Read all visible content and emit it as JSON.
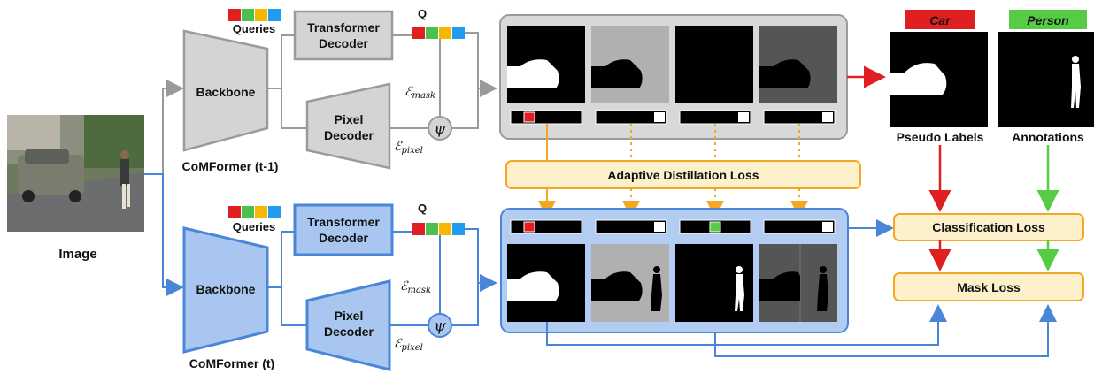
{
  "input": {
    "label": "Image"
  },
  "old_model": {
    "name": "CoMFormer (t-1)",
    "backbone": "Backbone",
    "transformer_decoder": [
      "Transformer",
      "Decoder"
    ],
    "pixel_decoder": [
      "Pixel",
      "Decoder"
    ],
    "queries_label": "Queries",
    "q_label": "Q",
    "e_mask": "ℰ",
    "e_mask_sub": "mask",
    "e_pixel": "ℰ",
    "e_pixel_sub": "pixel",
    "psi": "ψ"
  },
  "new_model": {
    "name": "CoMFormer (t)",
    "backbone": "Backbone",
    "transformer_decoder": [
      "Transformer",
      "Decoder"
    ],
    "pixel_decoder": [
      "Pixel",
      "Decoder"
    ],
    "queries_label": "Queries",
    "q_label": "Q",
    "e_mask": "ℰ",
    "e_mask_sub": "mask",
    "e_pixel": "ℰ",
    "e_pixel_sub": "pixel",
    "psi": "ψ"
  },
  "query_colors": [
    "#e02020",
    "#4cc04c",
    "#f5b800",
    "#1f9bf0"
  ],
  "losses": {
    "distillation": "Adaptive Distillation Loss",
    "classification": "Classification Loss",
    "mask": "Mask Loss"
  },
  "labels": {
    "pseudo": "Pseudo Labels",
    "annotations": "Annotations",
    "car_tag": "Car",
    "person_tag": "Person"
  },
  "colors": {
    "old_stroke": "#9a9a9a",
    "old_fill": "#d4d4d4",
    "new_stroke": "#4a86d8",
    "new_fill": "#a9c6f0",
    "orange": "#f5a623",
    "loss_fill": "#fdf1cc",
    "red": "#e02020",
    "green": "#55cc44"
  }
}
